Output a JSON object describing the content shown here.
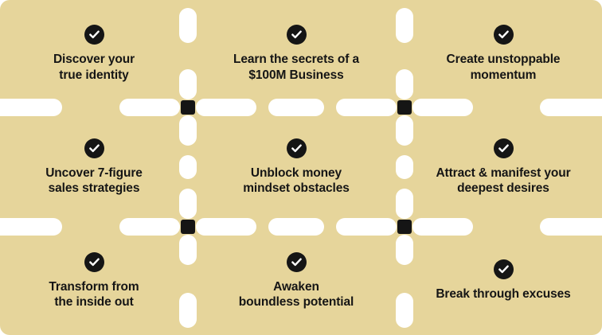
{
  "section": {
    "name": "benefits-grid",
    "item_icon": "check-icon"
  },
  "colors": {
    "background": "#E6D59B",
    "pill": "#FFFFFF",
    "accent": "#151515",
    "text": "#151515"
  },
  "items": [
    {
      "label": "Discover your\ntrue identity"
    },
    {
      "label": "Learn the secrets of a\n$100M Business"
    },
    {
      "label": "Create unstoppable\nmomentum"
    },
    {
      "label": "Uncover 7-figure\nsales strategies"
    },
    {
      "label": "Unblock money\nmindset obstacles"
    },
    {
      "label": "Attract & manifest your\ndeepest desires"
    },
    {
      "label": "Transform from\nthe inside out"
    },
    {
      "label": "Awaken\nboundless potential"
    },
    {
      "label": "Break through excuses"
    }
  ]
}
